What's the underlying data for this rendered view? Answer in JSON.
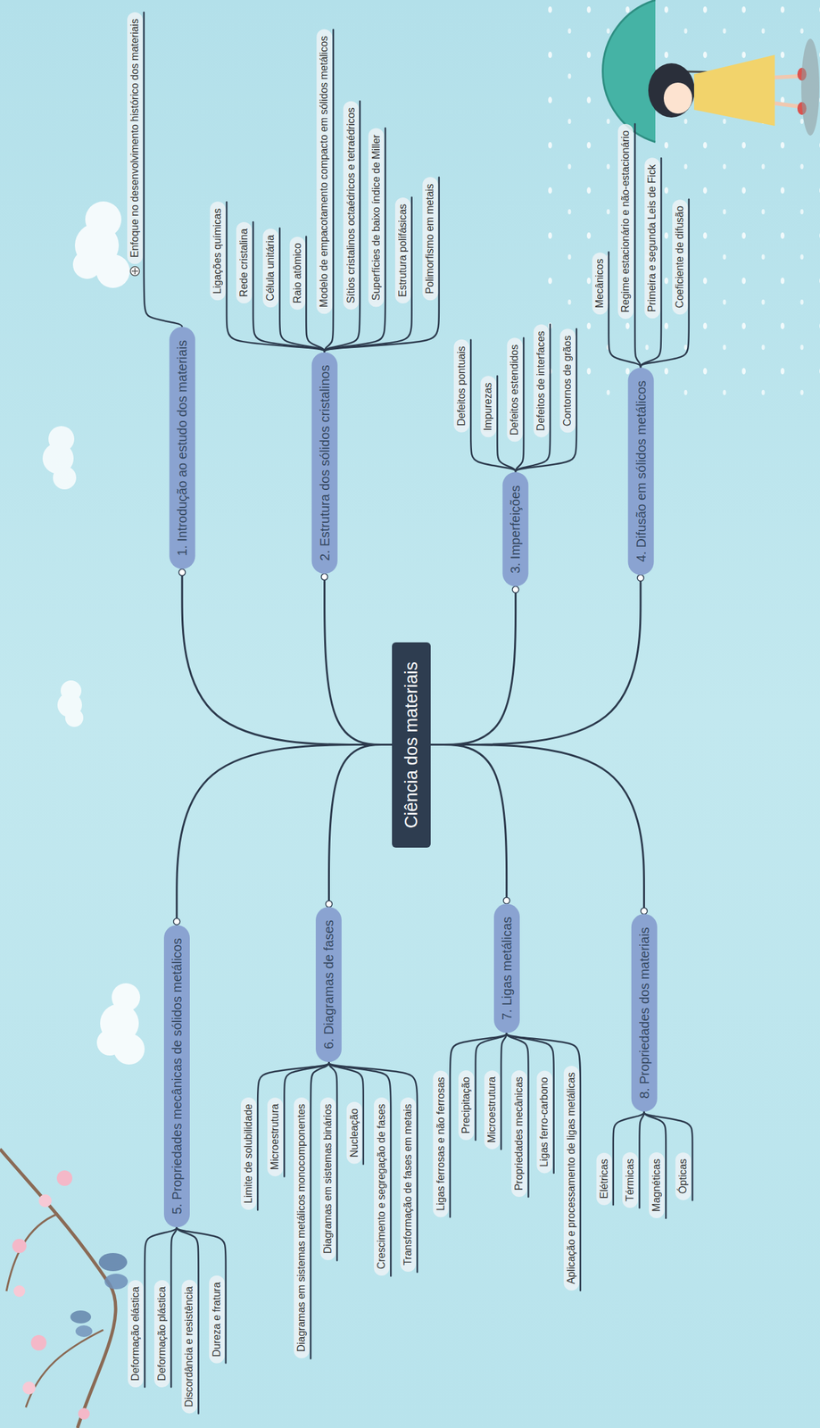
{
  "diagram": {
    "nodes": [
      {
        "text": [
          "Ciência dos materiais"
        ]
      },
      {
        "text": [
          "1. Introdução ao estudo dos materiais"
        ]
      },
      {
        "text": [
          "Enfoque no desenvolvimento histórico dos materiais"
        ]
      },
      {
        "text": [
          "2. Estrutura dos sólidos cristalinos"
        ]
      },
      {
        "text": [
          "Ligações químicas"
        ]
      },
      {
        "text": [
          "Rede cristalina"
        ]
      },
      {
        "text": [
          "Célula unitária"
        ]
      },
      {
        "text": [
          "Raio atômico"
        ]
      },
      {
        "text": [
          "Modelo de empacotamento compacto em sólidos metálicos"
        ]
      },
      {
        "text": [
          "Sítios cristalinos octaédricos e tetraédricos"
        ]
      },
      {
        "text": [
          "Superfícies de baixo índice de Miller"
        ]
      },
      {
        "text": [
          "Estrutura polifásicas"
        ]
      },
      {
        "text": [
          "Polimorfismo em metais"
        ]
      },
      {
        "text": [
          "3. Imperfeições"
        ]
      },
      {
        "text": [
          "Defeitos pontuais"
        ]
      },
      {
        "text": [
          "Impurezas"
        ]
      },
      {
        "text": [
          "Defeitos estendidos"
        ]
      },
      {
        "text": [
          "Defeitos de interfaces"
        ]
      },
      {
        "text": [
          "Contornos de grãos"
        ]
      },
      {
        "text": [
          "4. Difusão em sólidos metálicos"
        ]
      },
      {
        "text": [
          "Mecânicos"
        ]
      },
      {
        "text": [
          "Regime estacionário e não-estacionário"
        ]
      },
      {
        "text": [
          "Primeira e segunda Leis de Fick"
        ]
      },
      {
        "text": [
          "Coeficiente de difusão"
        ]
      },
      {
        "text": [
          "5. Propriedades mecânicas de sólidos metálicos"
        ]
      },
      {
        "text": [
          "Deformação elástica"
        ]
      },
      {
        "text": [
          "Deformação plástica"
        ]
      },
      {
        "text": [
          "Discordância e resistência"
        ]
      },
      {
        "text": [
          "Dureza e fratura"
        ]
      },
      {
        "text": [
          "6. Diagramas de fases"
        ]
      },
      {
        "text": [
          "Limite de solubilidade"
        ]
      },
      {
        "text": [
          "Microestrutura"
        ]
      },
      {
        "text": [
          "Diagramas em sistemas metálicos monocomponentes"
        ]
      },
      {
        "text": [
          "Diagramas em sistemas binários"
        ]
      },
      {
        "text": [
          "Nucleação"
        ]
      },
      {
        "text": [
          "Crescimento e segregação de fases"
        ]
      },
      {
        "text": [
          "Transformação de fases em metais"
        ]
      },
      {
        "text": [
          "7. Ligas metálicas"
        ]
      },
      {
        "text": [
          "Ligas ferrosas e não ferrosas"
        ]
      },
      {
        "text": [
          "Precipitação"
        ]
      },
      {
        "text": [
          "Microestrutura"
        ]
      },
      {
        "text": [
          "Propriedades mecânicas"
        ]
      },
      {
        "text": [
          "Ligas ferro-carbono"
        ]
      },
      {
        "text": [
          "Aplicação e processamento de ligas metálicas"
        ]
      },
      {
        "text": [
          "8. Propriedades dos materiais"
        ]
      },
      {
        "text": [
          "Elétricas"
        ]
      },
      {
        "text": [
          "Térmicas"
        ]
      },
      {
        "text": [
          "Magnéticas"
        ]
      },
      {
        "text": [
          "Ópticas"
        ]
      }
    ],
    "edges": [
      {
        "from": 0,
        "to": 1,
        "arrow": "none"
      },
      {
        "from": 1,
        "to": 2,
        "arrow": "none"
      },
      {
        "from": 0,
        "to": 3,
        "arrow": "none"
      },
      {
        "from": 3,
        "to": 4,
        "arrow": "none"
      },
      {
        "from": 3,
        "to": 5,
        "arrow": "none"
      },
      {
        "from": 3,
        "to": 6,
        "arrow": "none"
      },
      {
        "from": 3,
        "to": 7,
        "arrow": "none"
      },
      {
        "from": 3,
        "to": 8,
        "arrow": "none"
      },
      {
        "from": 3,
        "to": 9,
        "arrow": "none"
      },
      {
        "from": 3,
        "to": 10,
        "arrow": "none"
      },
      {
        "from": 3,
        "to": 11,
        "arrow": "none"
      },
      {
        "from": 3,
        "to": 12,
        "arrow": "none"
      },
      {
        "from": 0,
        "to": 13,
        "arrow": "none"
      },
      {
        "from": 13,
        "to": 14,
        "arrow": "none"
      },
      {
        "from": 13,
        "to": 15,
        "arrow": "none"
      },
      {
        "from": 13,
        "to": 16,
        "arrow": "none"
      },
      {
        "from": 13,
        "to": 17,
        "arrow": "none"
      },
      {
        "from": 13,
        "to": 18,
        "arrow": "none"
      },
      {
        "from": 0,
        "to": 19,
        "arrow": "none"
      },
      {
        "from": 19,
        "to": 20,
        "arrow": "none"
      },
      {
        "from": 19,
        "to": 21,
        "arrow": "none"
      },
      {
        "from": 19,
        "to": 22,
        "arrow": "none"
      },
      {
        "from": 19,
        "to": 23,
        "arrow": "none"
      },
      {
        "from": 0,
        "to": 24,
        "arrow": "none"
      },
      {
        "from": 24,
        "to": 25,
        "arrow": "none"
      },
      {
        "from": 24,
        "to": 26,
        "arrow": "none"
      },
      {
        "from": 24,
        "to": 27,
        "arrow": "none"
      },
      {
        "from": 24,
        "to": 28,
        "arrow": "none"
      },
      {
        "from": 0,
        "to": 29,
        "arrow": "none"
      },
      {
        "from": 29,
        "to": 30,
        "arrow": "none"
      },
      {
        "from": 29,
        "to": 31,
        "arrow": "none"
      },
      {
        "from": 29,
        "to": 32,
        "arrow": "none"
      },
      {
        "from": 29,
        "to": 33,
        "arrow": "none"
      },
      {
        "from": 29,
        "to": 34,
        "arrow": "none"
      },
      {
        "from": 29,
        "to": 35,
        "arrow": "none"
      },
      {
        "from": 29,
        "to": 36,
        "arrow": "none"
      },
      {
        "from": 0,
        "to": 37,
        "arrow": "none"
      },
      {
        "from": 37,
        "to": 38,
        "arrow": "none"
      },
      {
        "from": 37,
        "to": 39,
        "arrow": "none"
      },
      {
        "from": 37,
        "to": 40,
        "arrow": "none"
      },
      {
        "from": 37,
        "to": 41,
        "arrow": "none"
      },
      {
        "from": 37,
        "to": 42,
        "arrow": "none"
      },
      {
        "from": 37,
        "to": 43,
        "arrow": "none"
      },
      {
        "from": 0,
        "to": 44,
        "arrow": "none"
      },
      {
        "from": 44,
        "to": 45,
        "arrow": "none"
      },
      {
        "from": 44,
        "to": 46,
        "arrow": "none"
      },
      {
        "from": 44,
        "to": 47,
        "arrow": "none"
      },
      {
        "from": 44,
        "to": 48,
        "arrow": "none"
      }
    ]
  }
}
